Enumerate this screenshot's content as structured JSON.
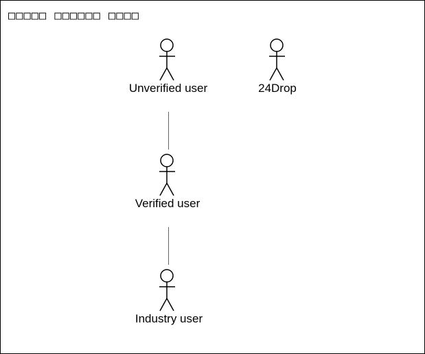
{
  "diagram": {
    "title": "□□□□□ □□□□□□ □□□□",
    "actors": [
      {
        "id": "unverified",
        "label": "Unverified user"
      },
      {
        "id": "drop24",
        "label": "24Drop"
      },
      {
        "id": "verified",
        "label": "Verified user"
      },
      {
        "id": "industry",
        "label": "Industry user"
      }
    ],
    "links": [
      {
        "from": "unverified",
        "to": "verified"
      },
      {
        "from": "verified",
        "to": "industry"
      }
    ],
    "colors": {
      "stroke": "#000000",
      "background": "#ffffff",
      "link": "#666666"
    }
  }
}
